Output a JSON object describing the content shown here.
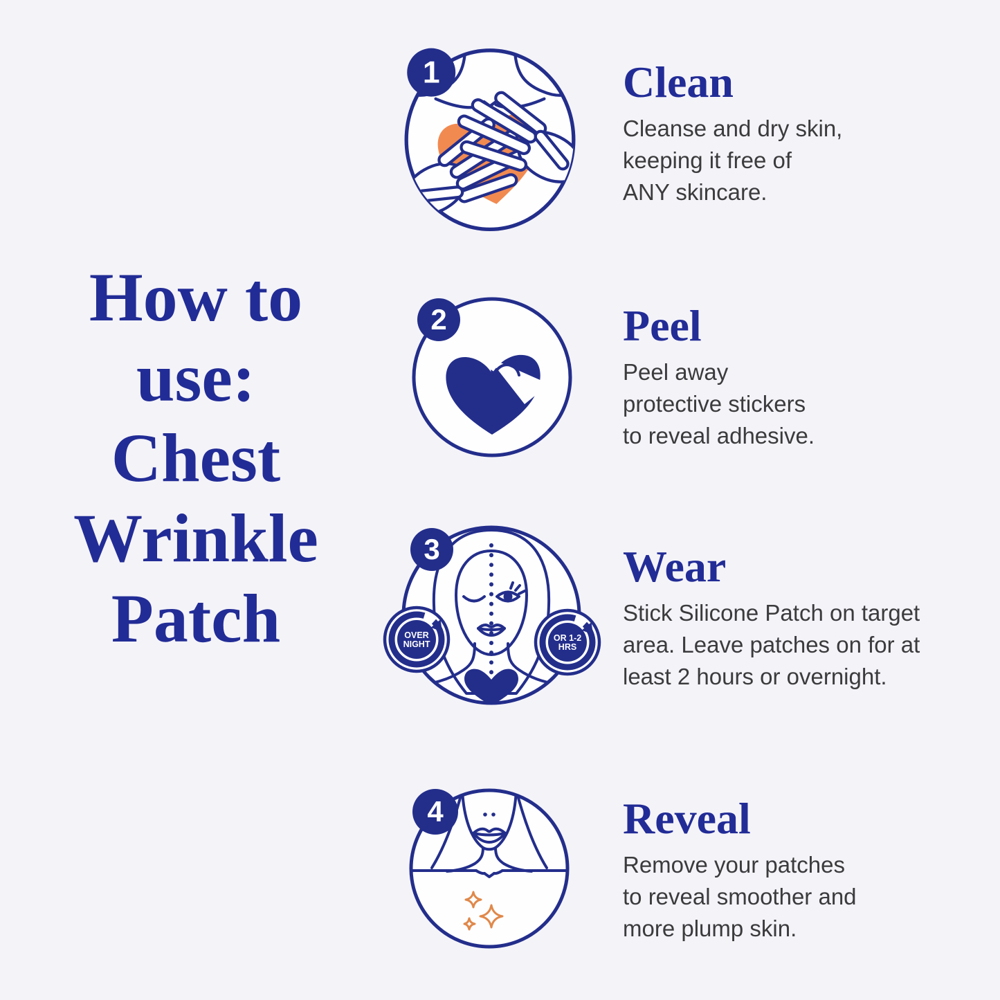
{
  "colors": {
    "background": "#f4f3f8",
    "heading_blue": "#222c96",
    "illustration_navy": "#232e8b",
    "accent_orange": "#ef8a4e",
    "body_text": "#3b3b3d"
  },
  "title": {
    "text": "How to\nuse:\nChest\nWrinkle\nPatch"
  },
  "steps": [
    {
      "number": "1",
      "heading": "Clean",
      "body": "Cleanse and dry skin,\nkeeping it free of\nANY skincare.",
      "icon": "hands-on-chest"
    },
    {
      "number": "2",
      "heading": "Peel",
      "body": "Peel away\nprotective stickers\nto reveal adhesive.",
      "icon": "heart-patch-peel"
    },
    {
      "number": "3",
      "heading": "Wear",
      "body": "Stick Silicone Patch on target\narea. Leave patches on for at\nleast 2 hours or overnight.",
      "icon": "face-with-patch",
      "badges": [
        {
          "line1": "OVER",
          "line2": "NIGHT"
        },
        {
          "line1": "OR 1-2",
          "line2": "HRS"
        }
      ]
    },
    {
      "number": "4",
      "heading": "Reveal",
      "body": "Remove your patches\nto reveal smoother and\nmore plump skin.",
      "icon": "chest-sparkles"
    }
  ]
}
